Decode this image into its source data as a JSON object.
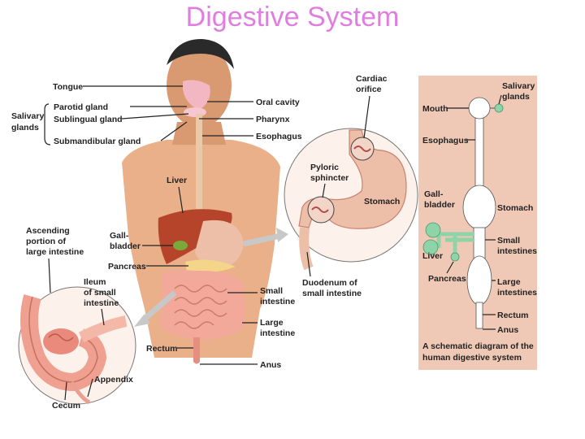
{
  "title": "Digestive System",
  "colors": {
    "title": "#e07ee0",
    "schematic_panel": "#f0c9b6",
    "schematic_accessory": "#8fd3a9",
    "liver": "#b5442a",
    "intestine": "#f2a99a",
    "skin": "#e9b089"
  },
  "labels": {
    "tongue": "Tongue",
    "salivary_glands": [
      "Salivary",
      "glands"
    ],
    "parotid_gland": "Parotid gland",
    "sublingual_gland": "Sublingual gland",
    "submandibular_gland": "Submandibular gland",
    "oral_cavity": "Oral cavity",
    "pharynx": "Pharynx",
    "esophagus": "Esophagus",
    "liver": "Liver",
    "gallbladder": [
      "Gall-",
      "bladder"
    ],
    "pancreas": "Pancreas",
    "small_intestine": [
      "Small",
      "intestine"
    ],
    "large_intestine": [
      "Large",
      "intestine"
    ],
    "rectum": "Rectum",
    "anus": "Anus",
    "ascending_colon": [
      "Ascending",
      "portion of",
      "large intestine"
    ],
    "ileum": [
      "Ileum",
      "of small",
      "intestine"
    ],
    "appendix": "Appendix",
    "cecum": "Cecum"
  },
  "stomach_detail": {
    "cardiac_orifice": [
      "Cardiac",
      "orifice"
    ],
    "pyloric_sphincter": [
      "Pyloric",
      "sphincter"
    ],
    "stomach": "Stomach",
    "duodenum": [
      "Duodenum of",
      "small intestine"
    ]
  },
  "schematic": {
    "mouth": "Mouth",
    "salivary_glands": [
      "Salivary",
      "glands"
    ],
    "esophagus": "Esophagus",
    "gallbladder": [
      "Gall-",
      "bladder"
    ],
    "stomach": "Stomach",
    "small_intestines": [
      "Small",
      "intestines"
    ],
    "liver": "Liver",
    "pancreas": "Pancreas",
    "large_intestines": [
      "Large",
      "intestines"
    ],
    "rectum": "Rectum",
    "anus": "Anus",
    "caption": [
      "A schematic diagram of the",
      "human digestive system"
    ]
  }
}
